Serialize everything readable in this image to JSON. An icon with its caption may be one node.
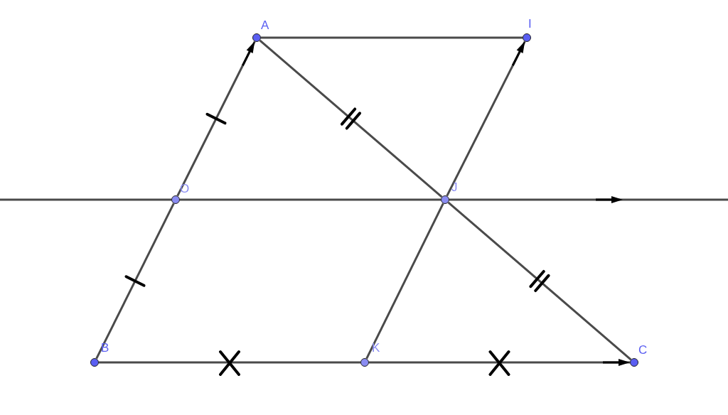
{
  "diagram": {
    "nodes": [
      {
        "text": [
          "A"
        ]
      },
      {
        "text": [
          "I"
        ]
      },
      {
        "text": [
          "O"
        ]
      },
      {
        "text": [
          "J"
        ]
      },
      {
        "text": [
          "B"
        ]
      },
      {
        "text": [
          "K"
        ]
      },
      {
        "text": [
          "C"
        ]
      }
    ],
    "edges": [
      {
        "from": 4,
        "to": 2,
        "arrow": "none"
      },
      {
        "from": 2,
        "to": 0,
        "arrow": "to"
      },
      {
        "from": 0,
        "to": 1,
        "arrow": "none"
      },
      {
        "from": 0,
        "to": 3,
        "arrow": "none"
      },
      {
        "from": 3,
        "to": 6,
        "arrow": "none"
      },
      {
        "from": 5,
        "to": 3,
        "arrow": "none"
      },
      {
        "from": 3,
        "to": 1,
        "arrow": "to"
      },
      {
        "from": 4,
        "to": 5,
        "arrow": "none"
      },
      {
        "from": 5,
        "to": 6,
        "arrow": "to"
      },
      {
        "from": null,
        "to": 2,
        "arrow": "none"
      },
      {
        "from": 2,
        "to": 3,
        "arrow": "none"
      },
      {
        "from": 3,
        "to": null,
        "arrow": "to"
      }
    ]
  }
}
